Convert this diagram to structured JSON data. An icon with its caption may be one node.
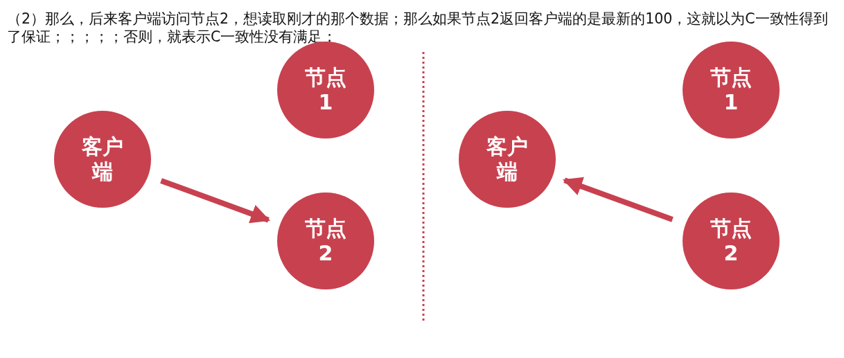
{
  "diagram": {
    "title": "（2）那么，后来客户端访问节点2，想读取刚才的那个数据；那么如果节点2返回客户端的是最新的100，这就以为C一致性得到了保证；；；；；否则，就表示C一致性没有满足；",
    "nodes": [
      {
        "text": [
          "客户端"
        ]
      },
      {
        "text": [
          "节点1"
        ]
      },
      {
        "text": [
          "节点2"
        ]
      },
      {
        "text": [
          "客户端"
        ]
      },
      {
        "text": [
          "节点1"
        ]
      },
      {
        "text": [
          "节点2"
        ]
      }
    ],
    "edges": [
      {
        "from": 0,
        "to": 2,
        "arrow": "to"
      },
      {
        "from": 5,
        "to": 3,
        "arrow": "to"
      }
    ]
  }
}
